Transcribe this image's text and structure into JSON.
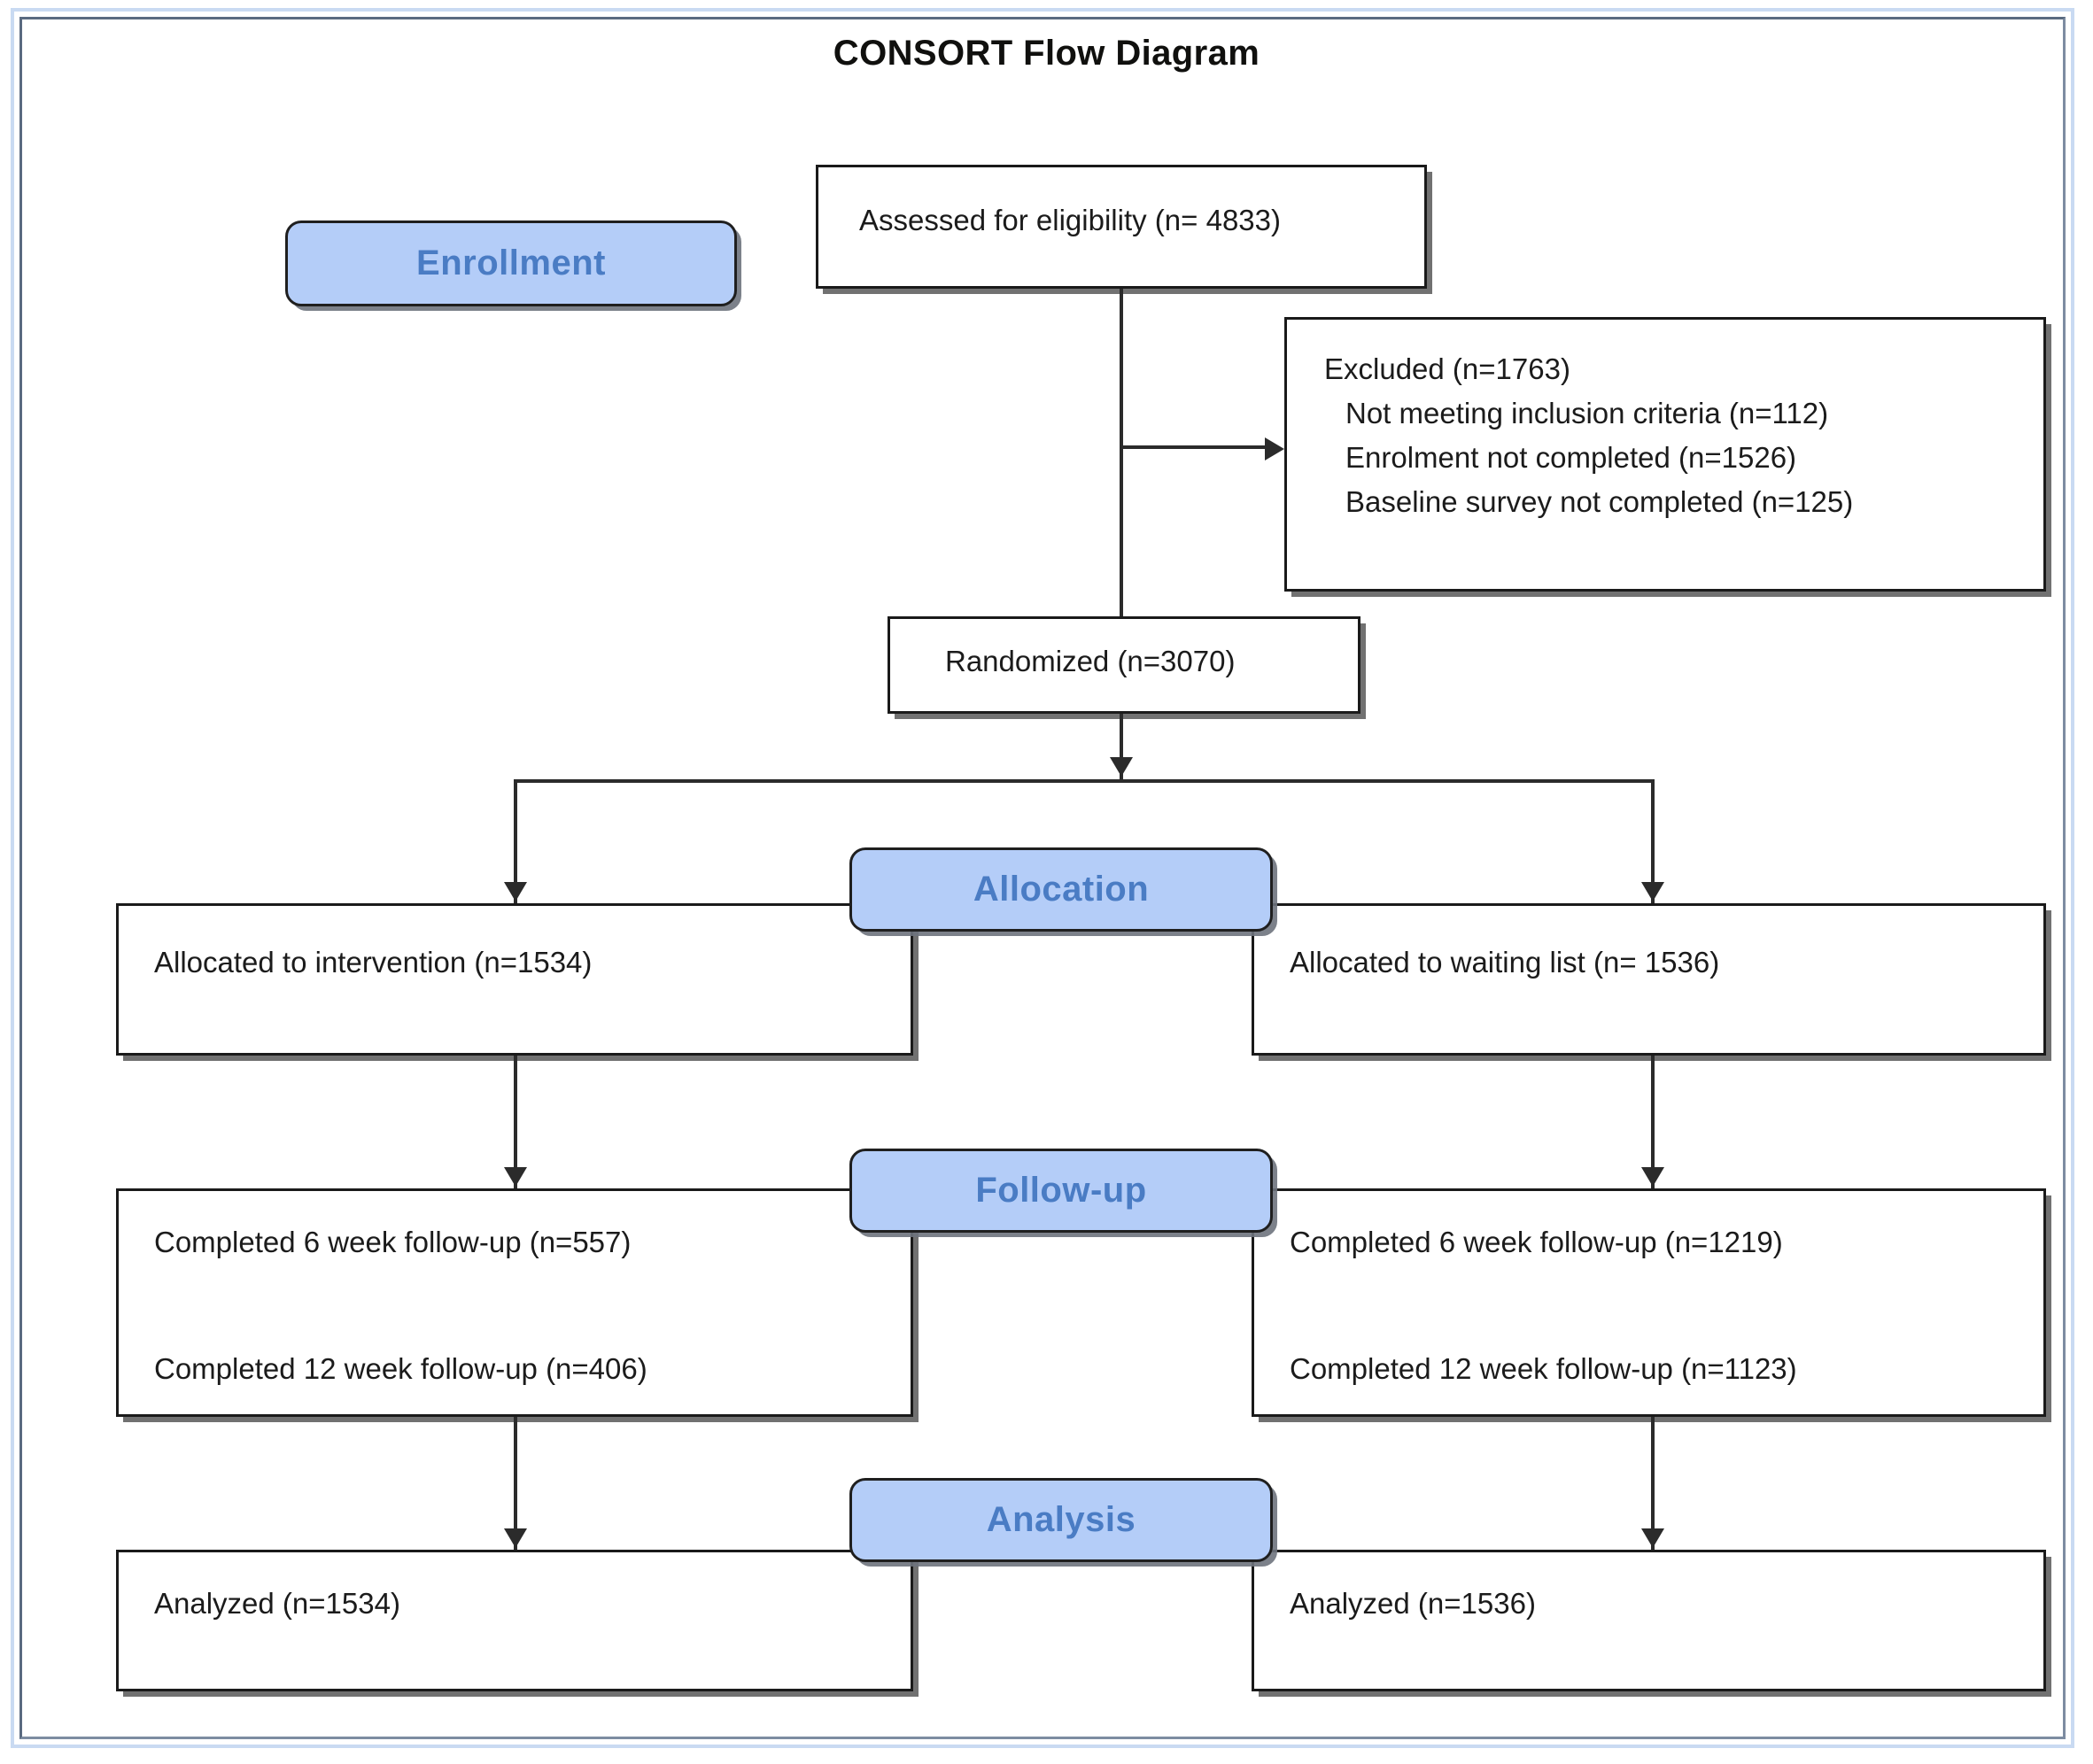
{
  "title": "CONSORT Flow Diagram",
  "stages": {
    "enrollment": "Enrollment",
    "allocation": "Allocation",
    "followup": "Follow-up",
    "analysis": "Analysis"
  },
  "nodes": {
    "assessed": "Assessed for eligibility (n= 4833)",
    "excluded": {
      "heading": "Excluded (n=1763)",
      "reasons": [
        "Not meeting inclusion criteria (n=112)",
        "Enrolment not completed (n=1526)",
        "Baseline survey not completed (n=125)"
      ]
    },
    "randomized": "Randomized (n=3070)",
    "allocated_intervention": "Allocated to intervention (n=1534)",
    "allocated_waiting": "Allocated to waiting list (n= 1536)",
    "followup_intervention": [
      "Completed 6 week follow-up (n=557)",
      "Completed 12 week follow-up (n=406)"
    ],
    "followup_waiting": [
      "Completed 6 week follow-up (n=1219)",
      "Completed 12 week follow-up (n=1123)"
    ],
    "analyzed_intervention": "Analyzed (n=1534)",
    "analyzed_waiting": "Analyzed (n=1536)"
  },
  "chart_data": {
    "type": "diagram",
    "title": "CONSORT Flow Diagram",
    "flow": [
      {
        "stage": "Enrollment",
        "label": "Assessed for eligibility",
        "n": 4833
      },
      {
        "stage": "Enrollment",
        "label": "Excluded",
        "n": 1763,
        "breakdown": [
          {
            "label": "Not meeting inclusion criteria",
            "n": 112
          },
          {
            "label": "Enrolment not completed",
            "n": 1526
          },
          {
            "label": "Baseline survey not completed",
            "n": 125
          }
        ]
      },
      {
        "stage": "Enrollment",
        "label": "Randomized",
        "n": 3070
      },
      {
        "stage": "Allocation",
        "arm": "intervention",
        "label": "Allocated to intervention",
        "n": 1534
      },
      {
        "stage": "Allocation",
        "arm": "waiting list",
        "label": "Allocated to waiting list",
        "n": 1536
      },
      {
        "stage": "Follow-up",
        "arm": "intervention",
        "label": "Completed 6 week follow-up",
        "n": 557
      },
      {
        "stage": "Follow-up",
        "arm": "intervention",
        "label": "Completed 12 week follow-up",
        "n": 406
      },
      {
        "stage": "Follow-up",
        "arm": "waiting list",
        "label": "Completed 6 week follow-up",
        "n": 1219
      },
      {
        "stage": "Follow-up",
        "arm": "waiting list",
        "label": "Completed 12 week follow-up",
        "n": 1123
      },
      {
        "stage": "Analysis",
        "arm": "intervention",
        "label": "Analyzed",
        "n": 1534
      },
      {
        "stage": "Analysis",
        "arm": "waiting list",
        "label": "Analyzed",
        "n": 1536
      }
    ]
  },
  "colors": {
    "badge_fill": "#b4cdf8",
    "badge_text": "#4a7cc4",
    "box_border": "#1a1a1a",
    "frame": "#5a6a80"
  }
}
